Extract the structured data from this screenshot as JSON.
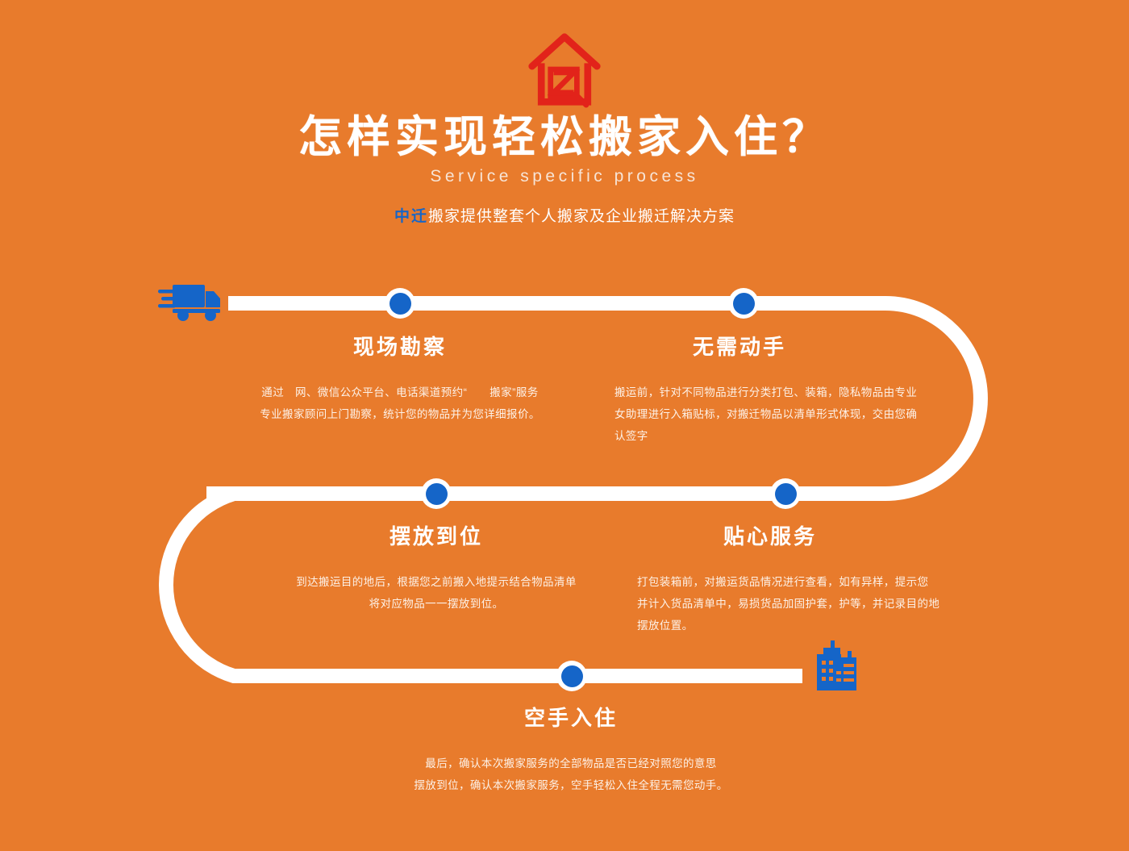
{
  "header": {
    "logo_alt": "中迁 house logo",
    "title": "怎样实现轻松搬家入住？",
    "subtitle": "Service specific process",
    "tagline_brand": "中迁",
    "tagline_rest": "搬家提供整套个人搬家及企业搬迁解决方案"
  },
  "colors": {
    "background": "#e87b2c",
    "track": "#ffffff",
    "node": "#1565c8",
    "node_ring": "#ffffff",
    "logo_red": "#e2231a",
    "brand_blue": "#1565c8",
    "title_white": "#ffffff",
    "body_text": "#fdf1e7"
  },
  "icons": {
    "truck": "delivery-truck-icon",
    "buildings": "city-buildings-icon",
    "logo": "house-z-logo-icon"
  },
  "steps": [
    {
      "id": "step-1",
      "title": "现场勘察",
      "body": "通过　网、微信公众平台、电话渠道预约“　　搬家”服务\n专业搬家顾问上门勘察，统计您的物品并为您详细报价。"
    },
    {
      "id": "step-2",
      "title": "无需动手",
      "body": "搬运前，针对不同物品进行分类打包、装箱，隐私物品由专业\n女助理进行入箱贴标，对搬迁物品以清单形式体现，交由您确\n认签字"
    },
    {
      "id": "step-3",
      "title": "摆放到位",
      "body": "到达搬运目的地后，根据您之前搬入地提示结合物品清单\n将对应物品一一摆放到位。"
    },
    {
      "id": "step-4",
      "title": "贴心服务",
      "body": "打包装箱前，对搬运货品情况进行查看，如有异样，提示您\n并计入货品清单中，易损货品加固护套，护等，并记录目的地\n摆放位置。"
    },
    {
      "id": "step-5",
      "title": "空手入住",
      "body": "最后，确认本次搬家服务的全部物品是否已经对照您的意思\n摆放到位，确认本次搬家服务，空手轻松入住全程无需您动手。"
    }
  ]
}
